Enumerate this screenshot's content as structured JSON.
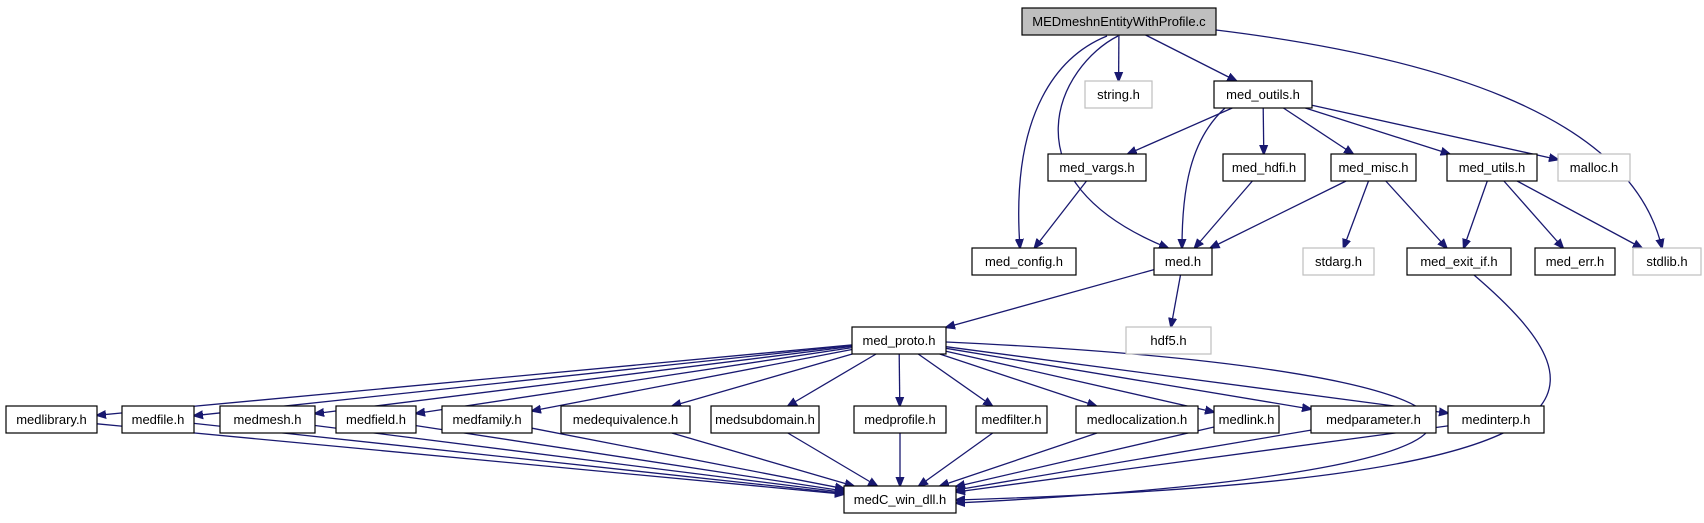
{
  "colors": {
    "edge": "#191970",
    "root_fill": "#bfbfbf",
    "external_border": "#bfbfbf",
    "node_border": "#000000"
  },
  "nodes": [
    {
      "id": "root",
      "label": "MEDmeshnEntityWithProfile.c",
      "kind": "root"
    },
    {
      "id": "string_h",
      "label": "string.h",
      "kind": "external"
    },
    {
      "id": "med_outils_h",
      "label": "med_outils.h",
      "kind": "local"
    },
    {
      "id": "med_vargs_h",
      "label": "med_vargs.h",
      "kind": "local"
    },
    {
      "id": "med_hdfi_h",
      "label": "med_hdfi.h",
      "kind": "local"
    },
    {
      "id": "med_misc_h",
      "label": "med_misc.h",
      "kind": "local"
    },
    {
      "id": "med_utils_h",
      "label": "med_utils.h",
      "kind": "local"
    },
    {
      "id": "malloc_h",
      "label": "malloc.h",
      "kind": "external"
    },
    {
      "id": "med_config_h",
      "label": "med_config.h",
      "kind": "local"
    },
    {
      "id": "med_h",
      "label": "med.h",
      "kind": "local"
    },
    {
      "id": "stdarg_h",
      "label": "stdarg.h",
      "kind": "external"
    },
    {
      "id": "med_exit_if_h",
      "label": "med_exit_if.h",
      "kind": "local"
    },
    {
      "id": "med_err_h",
      "label": "med_err.h",
      "kind": "local"
    },
    {
      "id": "stdlib_h",
      "label": "stdlib.h",
      "kind": "external"
    },
    {
      "id": "hdf5_h",
      "label": "hdf5.h",
      "kind": "external"
    },
    {
      "id": "med_proto_h",
      "label": "med_proto.h",
      "kind": "local"
    },
    {
      "id": "medlibrary_h",
      "label": "medlibrary.h",
      "kind": "local"
    },
    {
      "id": "medfile_h",
      "label": "medfile.h",
      "kind": "local"
    },
    {
      "id": "medmesh_h",
      "label": "medmesh.h",
      "kind": "local"
    },
    {
      "id": "medfield_h",
      "label": "medfield.h",
      "kind": "local"
    },
    {
      "id": "medfamily_h",
      "label": "medfamily.h",
      "kind": "local"
    },
    {
      "id": "medequivalence_h",
      "label": "medequivalence.h",
      "kind": "local"
    },
    {
      "id": "medsubdomain_h",
      "label": "medsubdomain.h",
      "kind": "local"
    },
    {
      "id": "medprofile_h",
      "label": "medprofile.h",
      "kind": "local"
    },
    {
      "id": "medfilter_h",
      "label": "medfilter.h",
      "kind": "local"
    },
    {
      "id": "medlocalization_h",
      "label": "medlocalization.h",
      "kind": "local"
    },
    {
      "id": "medlink_h",
      "label": "medlink.h",
      "kind": "local"
    },
    {
      "id": "medparameter_h",
      "label": "medparameter.h",
      "kind": "local"
    },
    {
      "id": "medinterp_h",
      "label": "medinterp.h",
      "kind": "local"
    },
    {
      "id": "medC_win_dll_h",
      "label": "medC_win_dll.h",
      "kind": "local"
    }
  ],
  "edges": [
    {
      "from": "root",
      "to": "string_h"
    },
    {
      "from": "root",
      "to": "med_outils_h"
    },
    {
      "from": "root",
      "to": "med_config_h"
    },
    {
      "from": "root",
      "to": "med_h"
    },
    {
      "from": "root",
      "to": "stdlib_h"
    },
    {
      "from": "med_outils_h",
      "to": "med_vargs_h"
    },
    {
      "from": "med_outils_h",
      "to": "med_hdfi_h"
    },
    {
      "from": "med_outils_h",
      "to": "med_misc_h"
    },
    {
      "from": "med_outils_h",
      "to": "med_utils_h"
    },
    {
      "from": "med_outils_h",
      "to": "malloc_h"
    },
    {
      "from": "med_outils_h",
      "to": "med_h"
    },
    {
      "from": "med_vargs_h",
      "to": "med_config_h"
    },
    {
      "from": "med_hdfi_h",
      "to": "med_h"
    },
    {
      "from": "med_misc_h",
      "to": "med_h"
    },
    {
      "from": "med_misc_h",
      "to": "stdarg_h"
    },
    {
      "from": "med_misc_h",
      "to": "med_exit_if_h"
    },
    {
      "from": "med_utils_h",
      "to": "med_exit_if_h"
    },
    {
      "from": "med_utils_h",
      "to": "med_err_h"
    },
    {
      "from": "med_utils_h",
      "to": "stdlib_h"
    },
    {
      "from": "med_h",
      "to": "hdf5_h"
    },
    {
      "from": "med_h",
      "to": "med_proto_h"
    },
    {
      "from": "med_exit_if_h",
      "to": "medC_win_dll_h"
    },
    {
      "from": "med_proto_h",
      "to": "medlibrary_h"
    },
    {
      "from": "med_proto_h",
      "to": "medfile_h"
    },
    {
      "from": "med_proto_h",
      "to": "medmesh_h"
    },
    {
      "from": "med_proto_h",
      "to": "medfield_h"
    },
    {
      "from": "med_proto_h",
      "to": "medfamily_h"
    },
    {
      "from": "med_proto_h",
      "to": "medequivalence_h"
    },
    {
      "from": "med_proto_h",
      "to": "medsubdomain_h"
    },
    {
      "from": "med_proto_h",
      "to": "medprofile_h"
    },
    {
      "from": "med_proto_h",
      "to": "medfilter_h"
    },
    {
      "from": "med_proto_h",
      "to": "medlocalization_h"
    },
    {
      "from": "med_proto_h",
      "to": "medlink_h"
    },
    {
      "from": "med_proto_h",
      "to": "medparameter_h"
    },
    {
      "from": "med_proto_h",
      "to": "medinterp_h"
    },
    {
      "from": "med_proto_h",
      "to": "medC_win_dll_h"
    },
    {
      "from": "medlibrary_h",
      "to": "medC_win_dll_h"
    },
    {
      "from": "medfile_h",
      "to": "medC_win_dll_h"
    },
    {
      "from": "medmesh_h",
      "to": "medC_win_dll_h"
    },
    {
      "from": "medfield_h",
      "to": "medC_win_dll_h"
    },
    {
      "from": "medfamily_h",
      "to": "medC_win_dll_h"
    },
    {
      "from": "medequivalence_h",
      "to": "medC_win_dll_h"
    },
    {
      "from": "medsubdomain_h",
      "to": "medC_win_dll_h"
    },
    {
      "from": "medprofile_h",
      "to": "medC_win_dll_h"
    },
    {
      "from": "medfilter_h",
      "to": "medC_win_dll_h"
    },
    {
      "from": "medlocalization_h",
      "to": "medC_win_dll_h"
    },
    {
      "from": "medlink_h",
      "to": "medC_win_dll_h"
    },
    {
      "from": "medparameter_h",
      "to": "medC_win_dll_h"
    },
    {
      "from": "medinterp_h",
      "to": "medC_win_dll_h"
    }
  ]
}
